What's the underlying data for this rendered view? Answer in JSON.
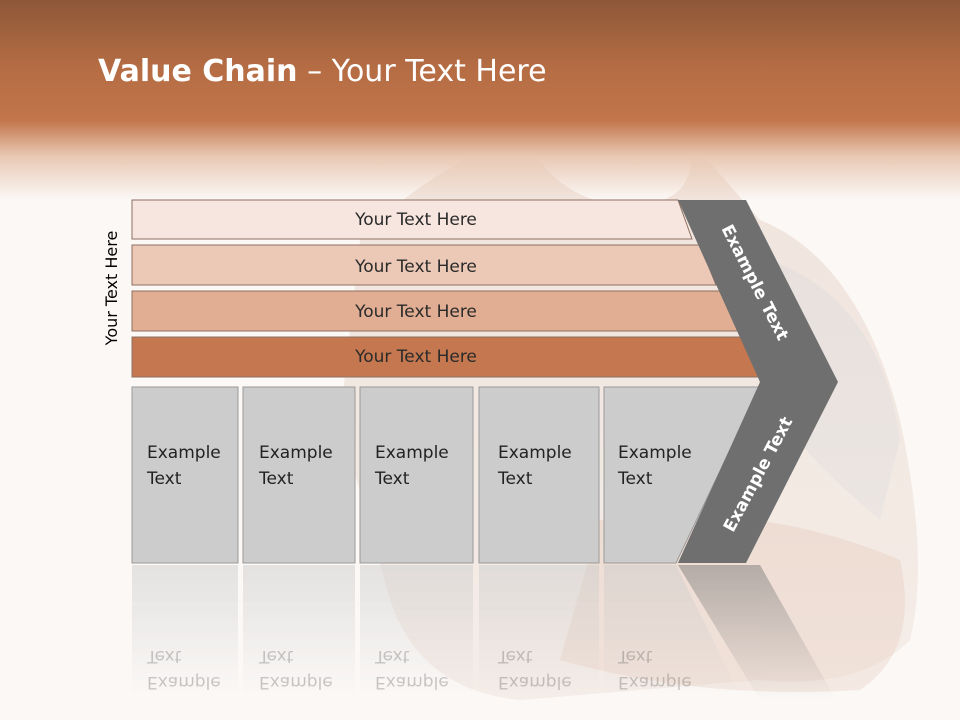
{
  "title": {
    "bold": "Value Chain",
    "separator": "–",
    "subtitle": "Your Text Here"
  },
  "side_label": "Your Text Here",
  "bands": [
    {
      "label": "Your Text Here",
      "fill": "#f6e6df"
    },
    {
      "label": "Your Text Here",
      "fill": "#ecc9b6"
    },
    {
      "label": "Your Text Here",
      "fill": "#e1ae93"
    },
    {
      "label": "Your Text Here",
      "fill": "#c5784f"
    }
  ],
  "columns": [
    {
      "line1": "Example",
      "line2": "Text"
    },
    {
      "line1": "Example",
      "line2": "Text"
    },
    {
      "line1": "Example",
      "line2": "Text"
    },
    {
      "line1": "Example",
      "line2": "Text"
    },
    {
      "line1": "Example",
      "line2": "Text"
    }
  ],
  "arrow": {
    "upper_label": "Example Text",
    "lower_label": "Example Text",
    "fill": "#6f6f6f"
  },
  "colors": {
    "column_fill": "#cccccc",
    "header_accent": "#c2754a"
  }
}
